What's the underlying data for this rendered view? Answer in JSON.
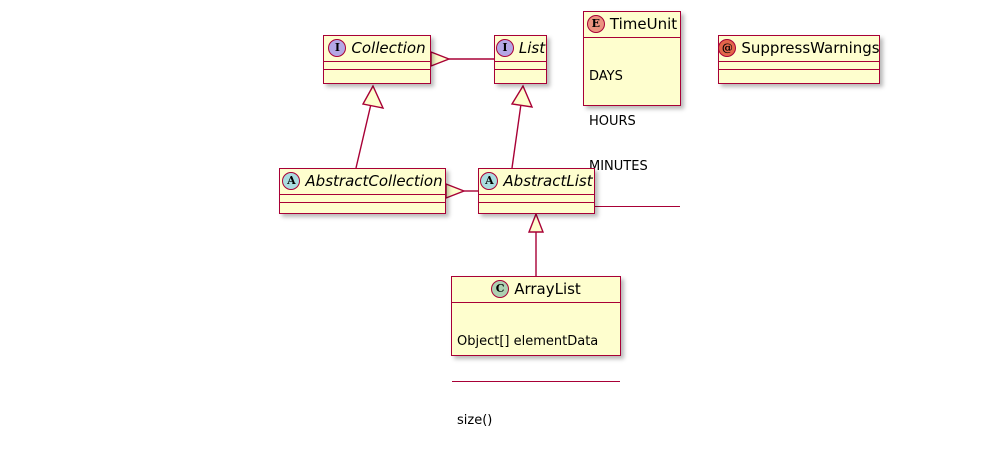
{
  "diagram": {
    "title": "UML Class Diagram",
    "background_color": "#ffffff",
    "box_fill": "#FEFECE",
    "line_color": "#A80036"
  },
  "nodes": {
    "collection": {
      "name": "Collection",
      "kind": "interface",
      "stereotype_glyph": "I",
      "stereotype_color": "#B4A7E5",
      "italic": true,
      "members": [],
      "methods": []
    },
    "list": {
      "name": "List",
      "kind": "interface",
      "stereotype_glyph": "I",
      "stereotype_color": "#B4A7E5",
      "italic": true,
      "members": [],
      "methods": []
    },
    "timeunit": {
      "name": "TimeUnit",
      "kind": "enum",
      "stereotype_glyph": "E",
      "stereotype_color": "#EB937F",
      "italic": false,
      "constants": [
        "DAYS",
        "HOURS",
        "MINUTES"
      ]
    },
    "suppresswarnings": {
      "name": "SuppressWarnings",
      "kind": "annotation",
      "stereotype_glyph": "@",
      "stereotype_color": "#E3664A",
      "italic": false,
      "members": []
    },
    "abstractcollection": {
      "name": "AbstractCollection",
      "kind": "abstract",
      "stereotype_glyph": "A",
      "stereotype_color": "#A9DCDF",
      "italic": true,
      "members": [],
      "methods": []
    },
    "abstractlist": {
      "name": "AbstractList",
      "kind": "abstract",
      "stereotype_glyph": "A",
      "stereotype_color": "#A9DCDF",
      "italic": true,
      "members": [],
      "methods": []
    },
    "arraylist": {
      "name": "ArrayList",
      "kind": "class",
      "stereotype_glyph": "C",
      "stereotype_color": "#ADD1B2",
      "italic": false,
      "fields": [
        "Object[] elementData"
      ],
      "methods": [
        "size()"
      ]
    }
  },
  "edges": [
    {
      "from": "list",
      "to": "collection",
      "type": "extends",
      "arrow": "hollow-triangle"
    },
    {
      "from": "abstractcollection",
      "to": "collection",
      "type": "implements",
      "arrow": "hollow-triangle"
    },
    {
      "from": "abstractlist",
      "to": "list",
      "type": "implements",
      "arrow": "hollow-triangle"
    },
    {
      "from": "abstractlist",
      "to": "abstractcollection",
      "type": "extends",
      "arrow": "hollow-triangle"
    },
    {
      "from": "arraylist",
      "to": "abstractlist",
      "type": "extends",
      "arrow": "hollow-triangle"
    }
  ]
}
